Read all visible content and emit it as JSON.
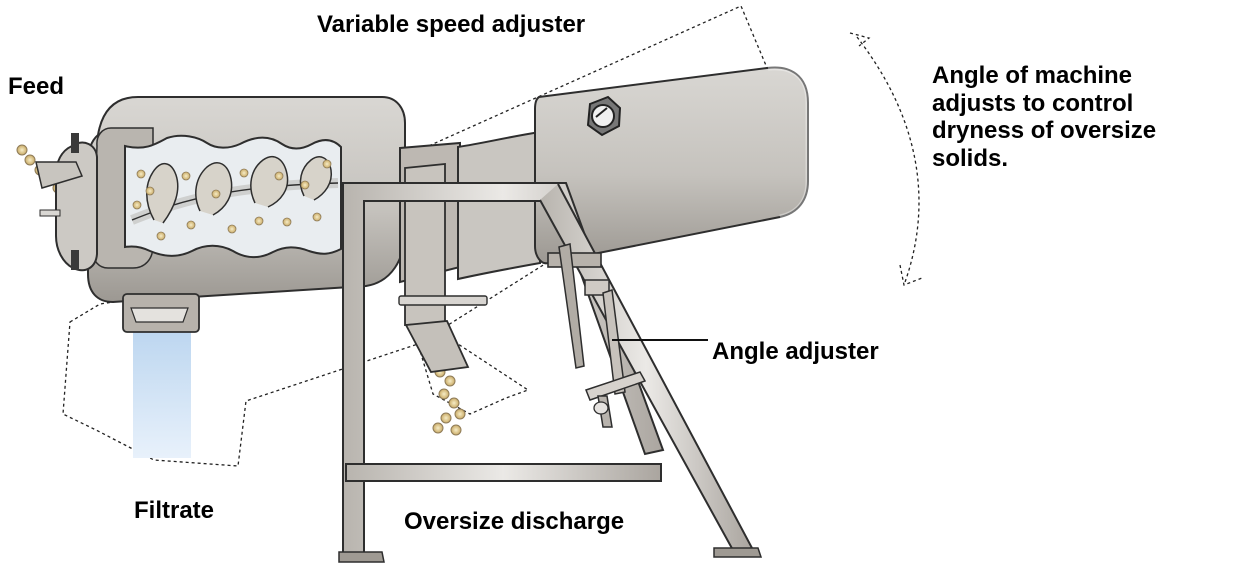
{
  "labels": {
    "feed": "Feed",
    "variable_speed_adjuster": "Variable speed adjuster",
    "angle_adjuster": "Angle adjuster",
    "filtrate": "Filtrate",
    "oversize_discharge": "Oversize discharge",
    "angle_note": [
      "Angle of machine",
      "adjusts to control",
      "dryness of oversize",
      "solids."
    ]
  },
  "colors": {
    "machine_fill": "#c8c6c2",
    "machine_shadow": "#9f9b96",
    "machine_stroke": "#2f2f2f",
    "frame_fill": "#d0ceca",
    "filtrate_stream": "#bcd7f2",
    "particles": "#e9d3a0",
    "screw_color": "#d7d3ca"
  }
}
